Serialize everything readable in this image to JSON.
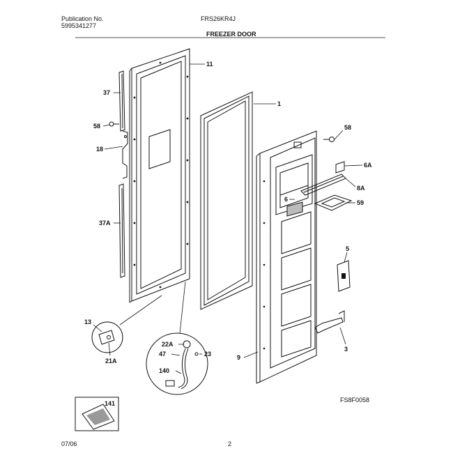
{
  "header": {
    "publication_label": "Publication No.",
    "publication_number": "5995341277",
    "model": "FRS26KR4J",
    "section_title": "FREEZER DOOR"
  },
  "callouts": {
    "c11": "11",
    "c1": "1",
    "c37": "37",
    "c58_left": "58",
    "c18": "18",
    "c37A": "37A",
    "c58_right": "58",
    "c6A": "6A",
    "c8A": "8A",
    "c6_door": "6",
    "c59": "59",
    "c5": "5",
    "c3": "3",
    "c9": "9",
    "c13": "13",
    "c21A": "21A",
    "c22A": "22A",
    "c47": "47",
    "c23": "23",
    "c140": "140",
    "c141": "141"
  },
  "footer": {
    "figure_code": "FS8F0058",
    "date_code": "07/06",
    "page_number": "2"
  }
}
